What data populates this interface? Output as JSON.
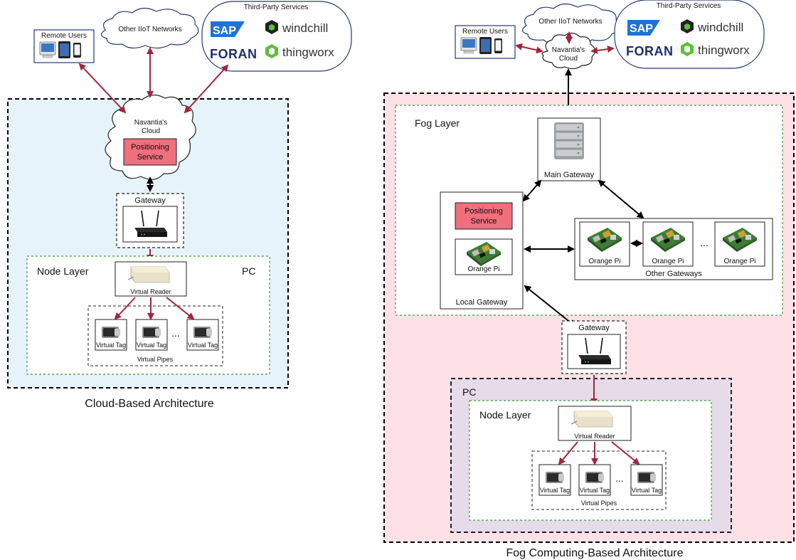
{
  "colors": {
    "red_arrow": "#a3253f",
    "black_arrow": "#000000",
    "cloud_panel_bg": "#e6f3fb",
    "fog_panel_bg": "#fde1e6",
    "pc_panel_bg": "#e6dbe8",
    "positioning_fill": "#ef6f7d",
    "layer_border": "#3b9a3b"
  },
  "cloud_arch": {
    "caption": "Cloud-Based Architecture",
    "remote_users": "Remote Users",
    "other_networks": "Other IIoT Networks",
    "third_party": "Third-Party Services",
    "cloud_line1": "Navantia's",
    "cloud_line2": "Cloud",
    "positioning_line1": "Positioning",
    "positioning_line2": "Service",
    "gateway": "Gateway",
    "node_layer": "Node Layer",
    "pc": "PC",
    "virtual_reader": "Virtual Reader",
    "tag1": "Virtual Tag",
    "tag2": "Virtual Tag",
    "tag3": "Virtual Tag",
    "ellipsis": "...",
    "virtual_pipes": "Virtual Pipes"
  },
  "fog_arch": {
    "caption": "Fog Computing-Based Architecture",
    "remote_users": "Remote Users",
    "other_networks": "Other IIoT Networks",
    "third_party": "Third-Party Services",
    "cloud_line1": "Navantia's",
    "cloud_line2": "Cloud",
    "fog_layer": "Fog Layer",
    "main_gateway": "Main Gateway",
    "positioning_line1": "Positioning",
    "positioning_line2": "Service",
    "orange_pi_local": "Orange Pi",
    "local_gateway": "Local Gateway",
    "orange_pi_1": "Orange Pi",
    "orange_pi_2": "Orange Pi",
    "orange_pi_3": "Orange Pi",
    "gw_ellipsis": "...",
    "other_gateways": "Other Gateways",
    "gateway": "Gateway",
    "pc": "PC",
    "node_layer": "Node Layer",
    "virtual_reader": "Virtual Reader",
    "tag1": "Virtual Tag",
    "tag2": "Virtual Tag",
    "tag3": "Virtual Tag",
    "ellipsis": "...",
    "virtual_pipes": "Virtual Pipes"
  },
  "logos": {
    "sap": "SAP",
    "foran": "FORAN",
    "windchill": "windchill",
    "thingworx": "thingworx"
  },
  "icons": {
    "devices": "desktop-tablet-phone-icon",
    "server": "server-rack-icon",
    "router": "router-icon",
    "board": "orange-pi-board-icon",
    "reader": "rfid-reader-icon",
    "tag": "rfid-tag-icon"
  }
}
